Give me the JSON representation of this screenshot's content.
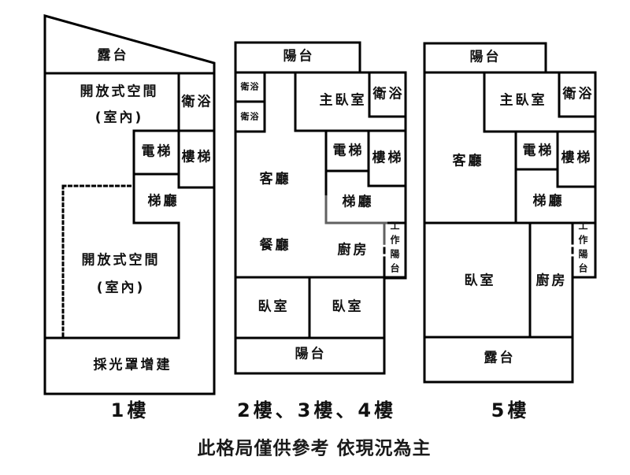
{
  "disclaimer": "此格局僅供參考 依現況為主",
  "colors": {
    "wall": "#000000",
    "background": "#ffffff",
    "text": "#111111"
  },
  "floors": [
    {
      "caption": "1樓",
      "rooms": {
        "terrace": "露台",
        "open_space_upper": "開放式空間",
        "open_space_upper_sub": "(室內)",
        "bathroom": "衛浴",
        "elevator": "電梯",
        "stairs": "樓梯",
        "stair_hall": "梯廳",
        "open_space_lower": "開放式空間",
        "open_space_lower_sub": "(室內)",
        "skylight_addition": "採光罩增建"
      }
    },
    {
      "caption": "2樓、3樓、4樓",
      "rooms": {
        "balcony_top": "陽台",
        "bathroom_small_1": "衛浴",
        "bathroom_small_2": "衛浴",
        "master_bedroom": "主臥室",
        "bathroom": "衛浴",
        "elevator": "電梯",
        "stairs": "樓梯",
        "living_room": "客廳",
        "stair_hall": "梯廳",
        "dining_room": "餐廳",
        "kitchen": "廚房",
        "work_balcony": "工作陽台",
        "bedroom_1": "臥室",
        "bedroom_2": "臥室",
        "balcony_bottom": "陽台"
      }
    },
    {
      "caption": "5樓",
      "rooms": {
        "balcony": "陽台",
        "master_bedroom": "主臥室",
        "bathroom": "衛浴",
        "living_room": "客廳",
        "elevator": "電梯",
        "stairs": "樓梯",
        "stair_hall": "梯廳",
        "bedroom": "臥室",
        "kitchen": "廚房",
        "work_balcony": "工作陽台",
        "terrace": "露台"
      }
    }
  ]
}
